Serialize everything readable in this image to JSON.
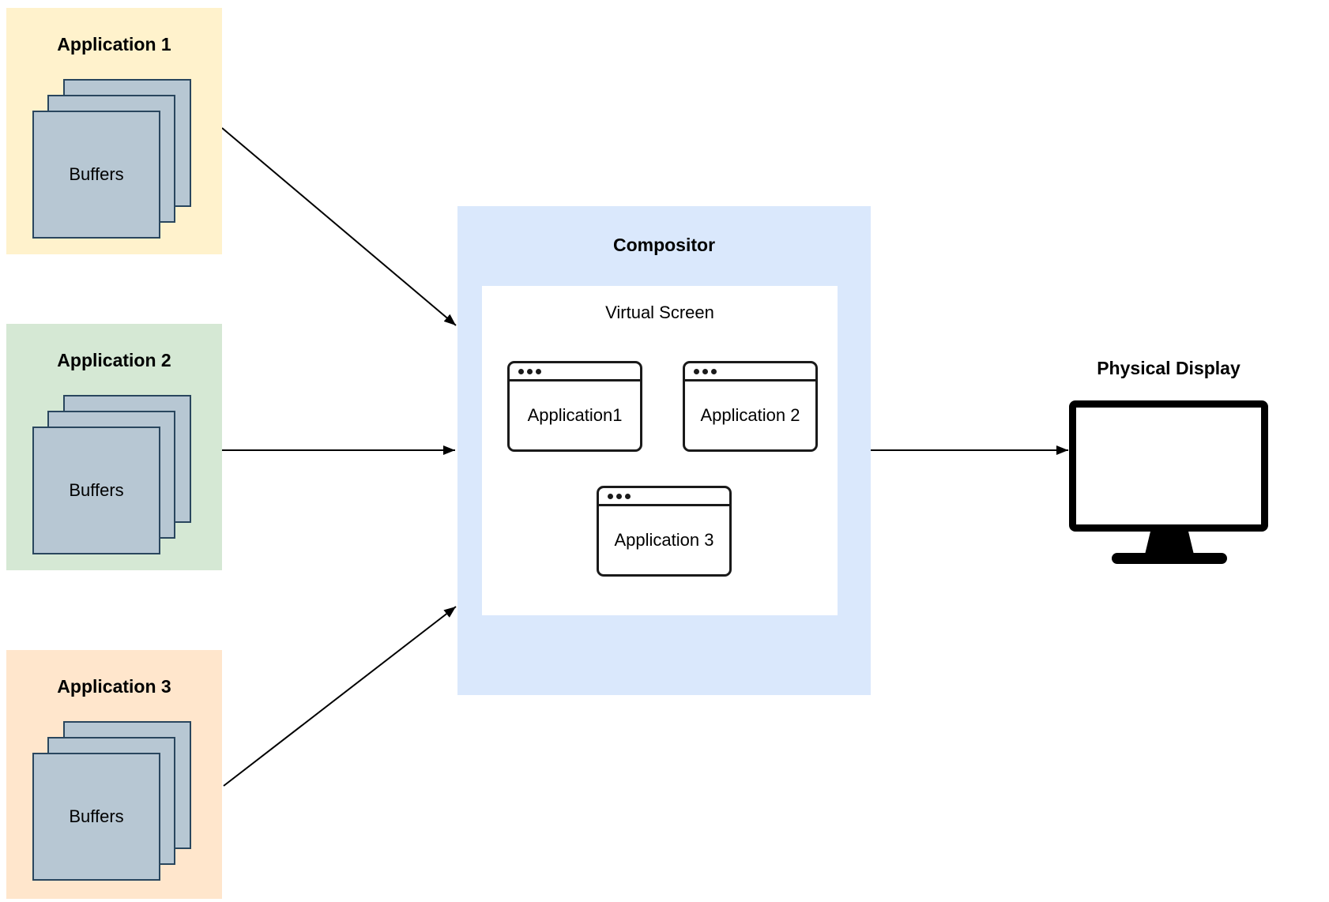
{
  "applications": [
    {
      "title": "Application 1",
      "buffers_label": "Buffers",
      "bg": "#fff2cc"
    },
    {
      "title": "Application 2",
      "buffers_label": "Buffers",
      "bg": "#d5e8d4"
    },
    {
      "title": "Application 3",
      "buffers_label": "Buffers",
      "bg": "#ffe6cc"
    }
  ],
  "compositor": {
    "title": "Compositor",
    "bg": "#dae8fc",
    "virtual_screen": {
      "title": "Virtual Screen",
      "bg": "#ffffff",
      "windows": [
        {
          "label": "Application1"
        },
        {
          "label": "Application 2"
        },
        {
          "label": "Application 3"
        }
      ]
    }
  },
  "physical_display": {
    "title": "Physical Display"
  },
  "colors": {
    "buffer_fill": "#b7c7d3",
    "buffer_border": "#29465e",
    "window_border": "#1a1a1a",
    "arrow": "#000000",
    "monitor": "#000000",
    "text": "#000000"
  }
}
